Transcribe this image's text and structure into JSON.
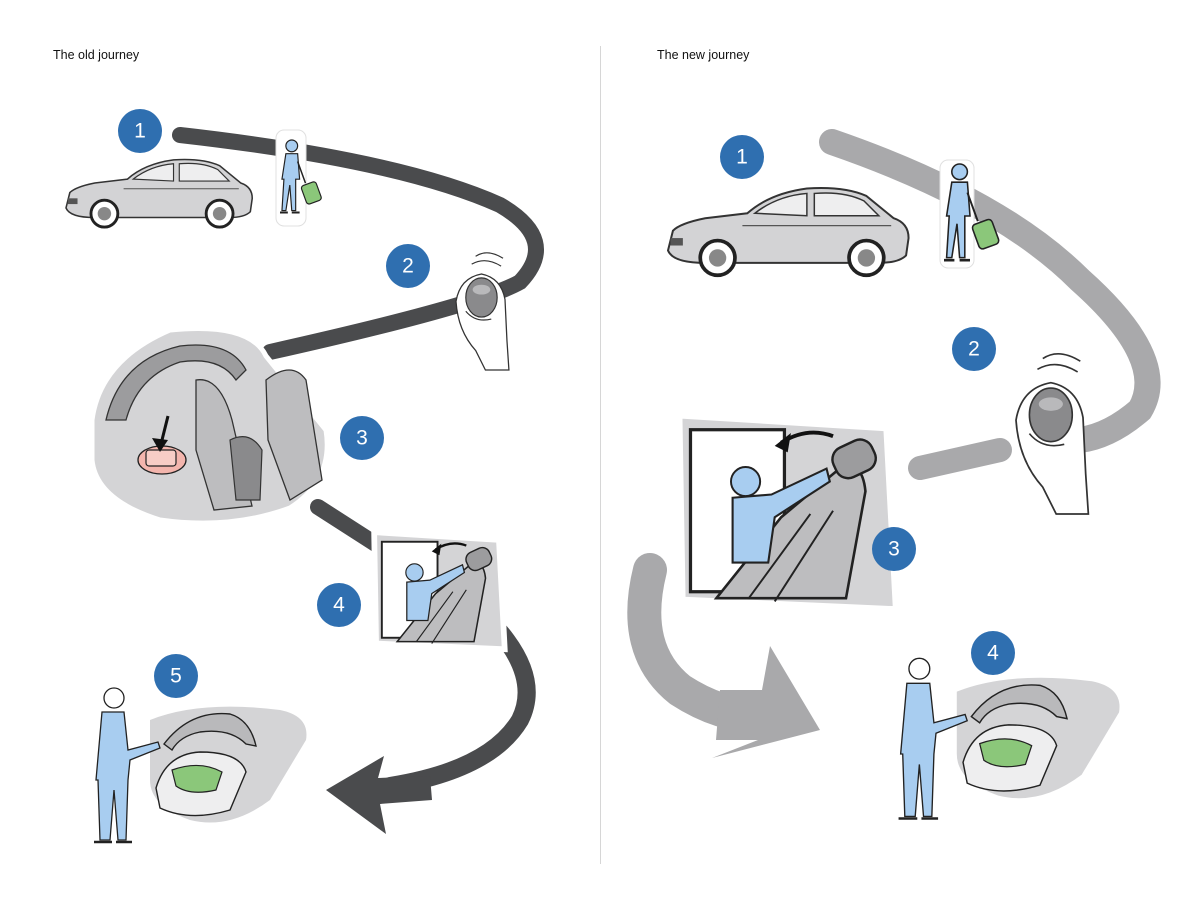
{
  "panels": {
    "old": {
      "title": "The old journey",
      "steps": [
        {
          "number": "1",
          "icon": "car-and-traveler-icon"
        },
        {
          "number": "2",
          "icon": "key-fob-icon"
        },
        {
          "number": "3",
          "icon": "seat-release-button-icon"
        },
        {
          "number": "4",
          "icon": "headrest-adjust-icon"
        },
        {
          "number": "5",
          "icon": "person-opening-trunk-icon"
        }
      ]
    },
    "new": {
      "title": "The new journey",
      "steps": [
        {
          "number": "1",
          "icon": "car-and-traveler-icon"
        },
        {
          "number": "2",
          "icon": "key-fob-icon"
        },
        {
          "number": "3",
          "icon": "headrest-adjust-icon"
        },
        {
          "number": "4",
          "icon": "person-opening-trunk-icon"
        }
      ]
    }
  },
  "colors": {
    "badge": "#2f6fb0",
    "path_old": "#4a4b4d",
    "path_new": "#a9a9ab",
    "person": "#a8cdf0",
    "luggage": "#8bc77a",
    "highlight": "#f3b5ad",
    "sketch_fill": "#d4d4d6"
  }
}
